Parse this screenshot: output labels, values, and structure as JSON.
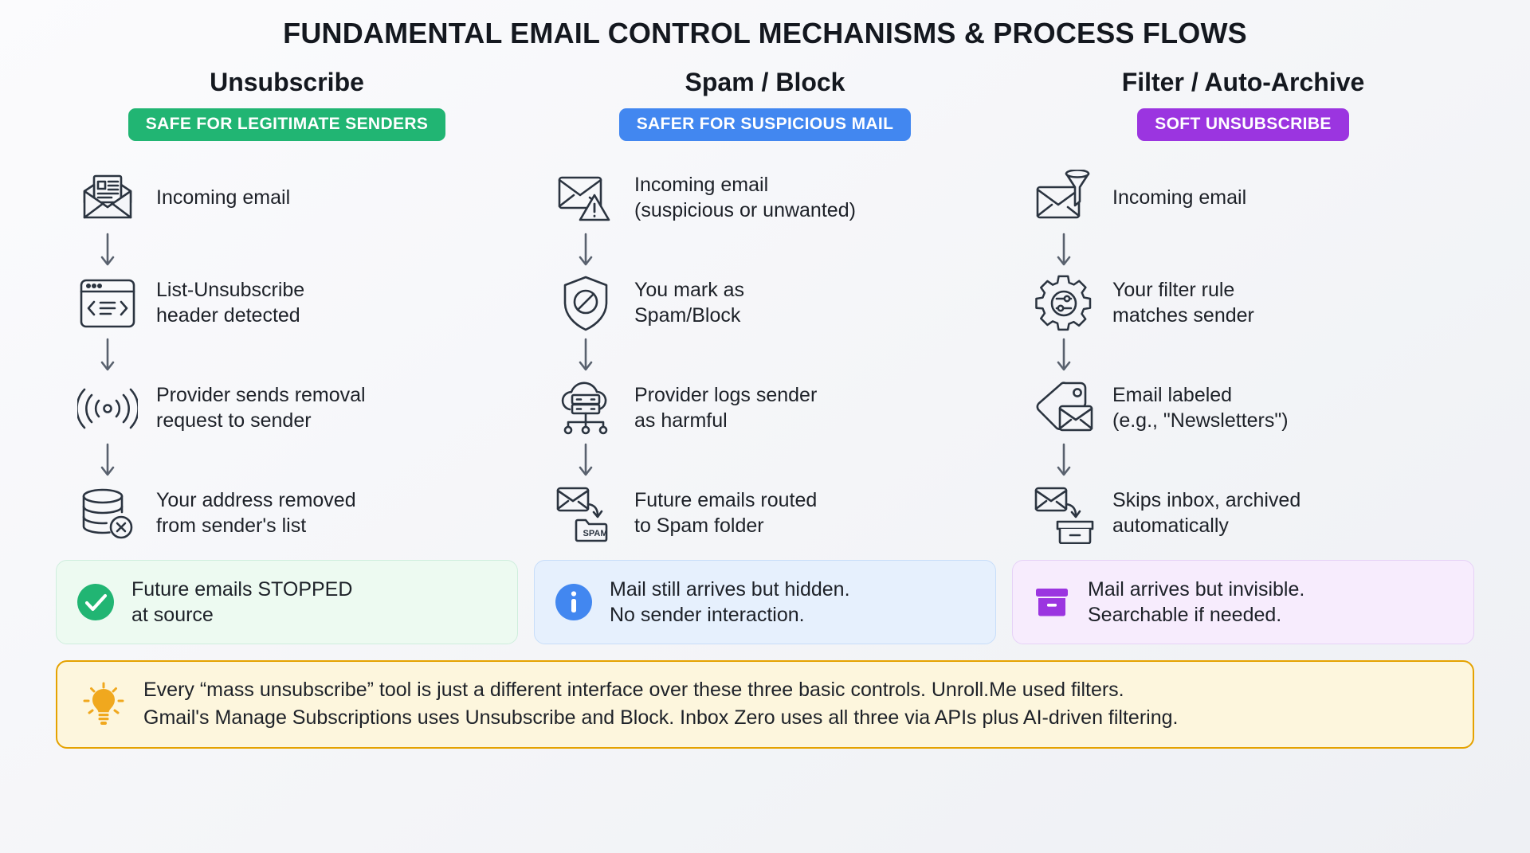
{
  "title": "FUNDAMENTAL EMAIL CONTROL MECHANISMS & PROCESS FLOWS",
  "colors": {
    "green": "#21b573",
    "blue": "#4287f0",
    "purple": "#9b35e0",
    "amber": "#f0a81e",
    "ink": "#2b3440",
    "background": "#f5f6f9"
  },
  "columns": [
    {
      "heading": "Unsubscribe",
      "badge": "SAFE FOR LEGITIMATE SENDERS",
      "badge_color": "#21b573",
      "steps": [
        {
          "icon": "newsletter-envelope-icon",
          "text": "Incoming email"
        },
        {
          "icon": "code-window-icon",
          "text": "List-Unsubscribe\nheader detected"
        },
        {
          "icon": "broadcast-signal-icon",
          "text": "Provider sends removal\nrequest to sender"
        },
        {
          "icon": "database-remove-icon",
          "text": "Your address removed\nfrom sender's list"
        }
      ],
      "outcome": {
        "icon": "check-circle-icon",
        "text": "Future emails STOPPED\nat source",
        "color": "#21b573"
      }
    },
    {
      "heading": "Spam / Block",
      "badge": "SAFER FOR SUSPICIOUS MAIL",
      "badge_color": "#4287f0",
      "steps": [
        {
          "icon": "envelope-warning-icon",
          "text": "Incoming email\n(suspicious or unwanted)"
        },
        {
          "icon": "shield-ban-icon",
          "text": "You mark as\nSpam/Block"
        },
        {
          "icon": "cloud-server-icon",
          "text": "Provider logs sender\nas harmful"
        },
        {
          "icon": "envelope-to-spam-folder-icon",
          "text": "Future emails routed\nto Spam folder"
        }
      ],
      "outcome": {
        "icon": "info-circle-icon",
        "text": "Mail still arrives but hidden.\nNo sender interaction.",
        "color": "#4287f0"
      }
    },
    {
      "heading": "Filter / Auto-Archive",
      "badge": "SOFT UNSUBSCRIBE",
      "badge_color": "#9b35e0",
      "steps": [
        {
          "icon": "envelope-funnel-icon",
          "text": "Incoming email"
        },
        {
          "icon": "gear-sliders-icon",
          "text": "Your filter rule\nmatches sender"
        },
        {
          "icon": "tag-envelope-icon",
          "text": "Email labeled\n(e.g., \"Newsletters\")"
        },
        {
          "icon": "envelope-to-archive-icon",
          "text": "Skips inbox, archived\nautomatically"
        }
      ],
      "outcome": {
        "icon": "archive-box-icon",
        "text": "Mail arrives but invisible.\nSearchable if needed.",
        "color": "#9b35e0"
      }
    }
  ],
  "footer": {
    "icon": "lightbulb-icon",
    "text": "Every “mass unsubscribe” tool is just a different interface over these three basic controls. Unroll.Me used filters.\nGmail's Manage Subscriptions uses Unsubscribe and Block. Inbox Zero uses all three via APIs plus AI-driven filtering."
  },
  "step_folder_label": "SPAM"
}
